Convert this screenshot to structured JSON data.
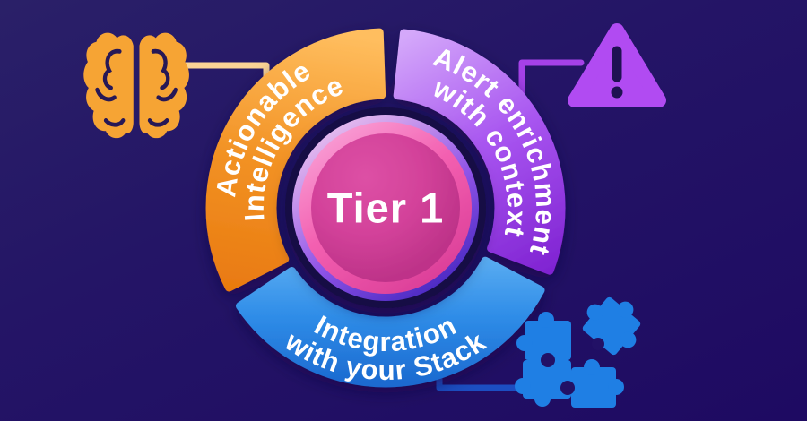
{
  "infographic": {
    "center_label": "Tier 1",
    "segments": {
      "actionable": {
        "line1": "Actionable",
        "line2": "Intelligence",
        "color": "#F29224",
        "icon": "brain-icon"
      },
      "alert": {
        "line1": "Alert enrichment",
        "line2": "with context",
        "color": "#A855F0",
        "icon": "warning-triangle-icon"
      },
      "integration": {
        "line1": "Integration",
        "line2": "with your Stack",
        "color": "#2F8DE8",
        "icon": "puzzle-pieces-icon"
      }
    },
    "colors": {
      "background": "#221261",
      "segment_orange": "#F29224",
      "segment_purple": "#A855F0",
      "segment_blue": "#2F8DE8",
      "center_pink": "#D3429A",
      "brain_orange": "#F6A434",
      "triangle_purple": "#B14BF2",
      "puzzle_blue": "#1F7FE4",
      "label_text": "#FFFFFF"
    }
  }
}
